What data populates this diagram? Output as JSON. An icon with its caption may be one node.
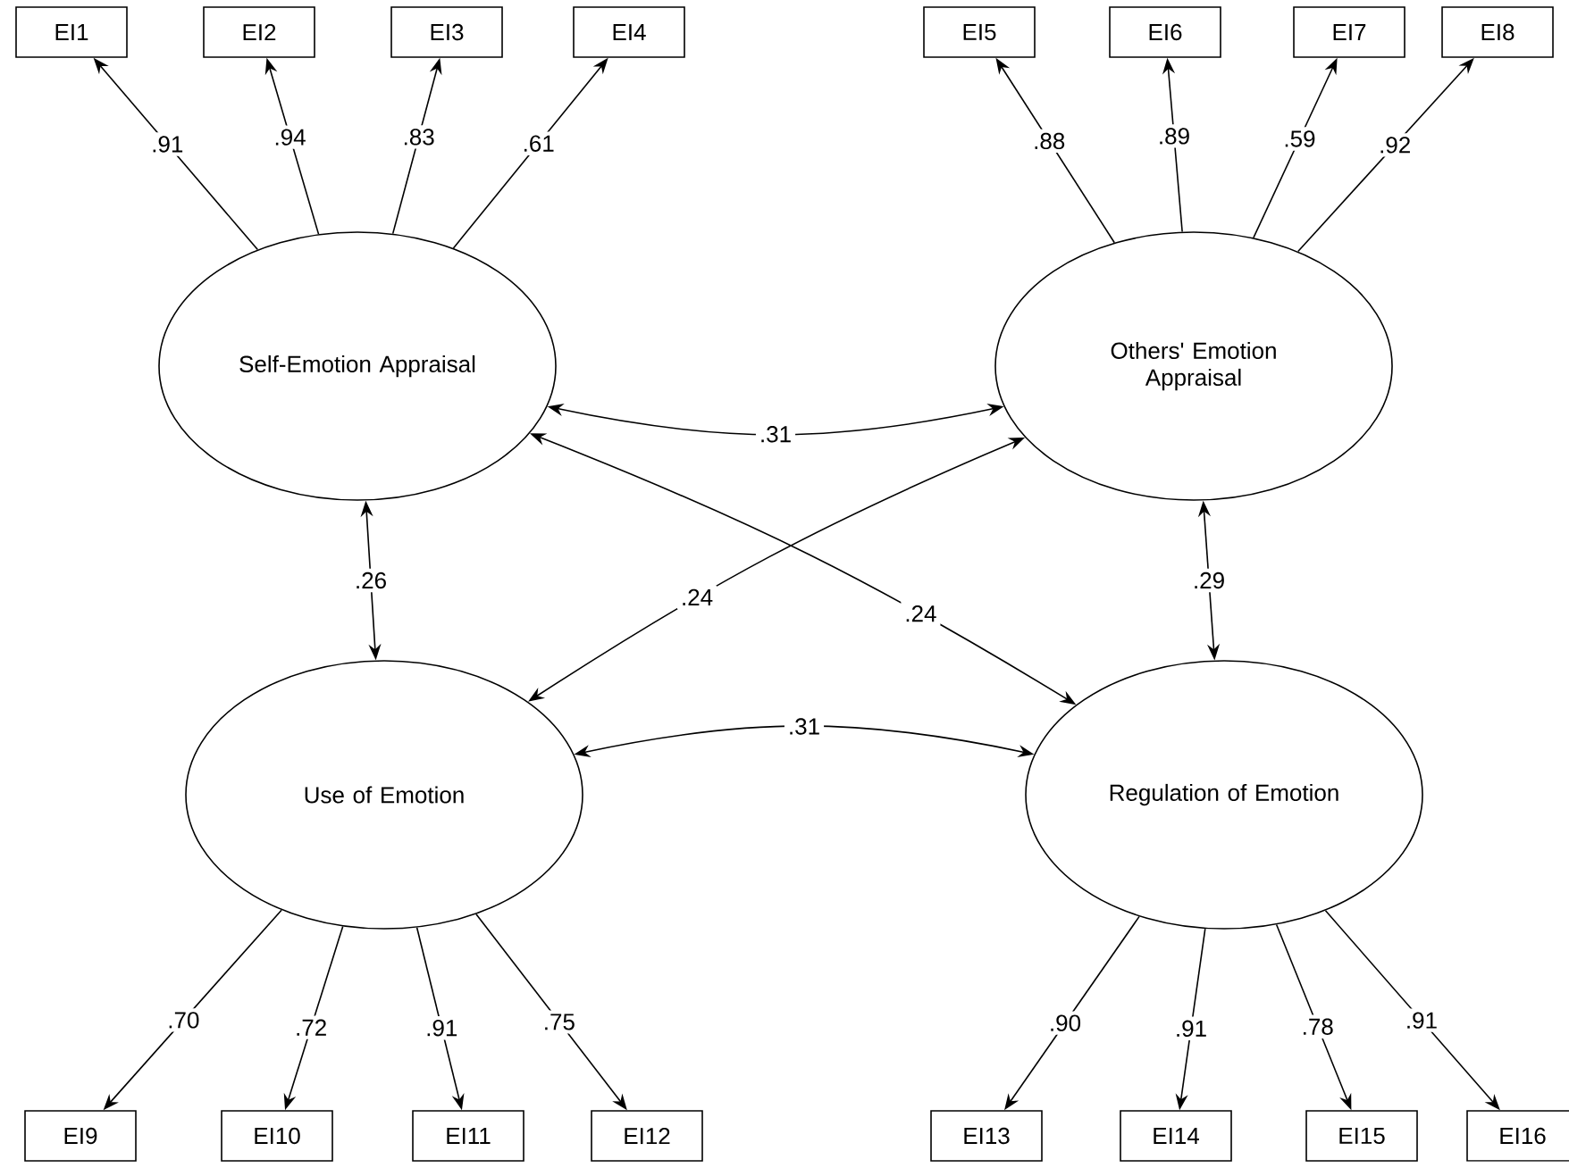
{
  "diagram": {
    "nodes": [
      {
        "text": [
          "EI1"
        ]
      },
      {
        "text": [
          "EI2"
        ]
      },
      {
        "text": [
          "EI3"
        ]
      },
      {
        "text": [
          "EI4"
        ]
      },
      {
        "text": [
          "EI5"
        ]
      },
      {
        "text": [
          "EI6"
        ]
      },
      {
        "text": [
          "EI7"
        ]
      },
      {
        "text": [
          "EI8"
        ]
      },
      {
        "text": [
          "Self-Emotion Appraisal"
        ]
      },
      {
        "text": [
          "Others' Emotion Appraisal"
        ]
      },
      {
        "text": [
          "Use of Emotion"
        ]
      },
      {
        "text": [
          "Regulation of Emotion"
        ]
      },
      {
        "text": [
          "EI9"
        ]
      },
      {
        "text": [
          "EI10"
        ]
      },
      {
        "text": [
          "EI11"
        ]
      },
      {
        "text": [
          "EI12"
        ]
      },
      {
        "text": [
          "EI13"
        ]
      },
      {
        "text": [
          "EI14"
        ]
      },
      {
        "text": [
          "EI15"
        ]
      },
      {
        "text": [
          "EI16"
        ]
      }
    ],
    "edges": [
      {
        "from": 8,
        "to": 0,
        "arrow": "to",
        "label": ".91"
      },
      {
        "from": 8,
        "to": 1,
        "arrow": "to",
        "label": ".94"
      },
      {
        "from": 8,
        "to": 2,
        "arrow": "to",
        "label": ".83"
      },
      {
        "from": 8,
        "to": 3,
        "arrow": "to",
        "label": ".61"
      },
      {
        "from": 9,
        "to": 4,
        "arrow": "to",
        "label": ".88"
      },
      {
        "from": 9,
        "to": 5,
        "arrow": "to",
        "label": ".89"
      },
      {
        "from": 9,
        "to": 6,
        "arrow": "to",
        "label": ".59"
      },
      {
        "from": 9,
        "to": 7,
        "arrow": "to",
        "label": ".92"
      },
      {
        "from": 8,
        "to": 9,
        "arrow": "both",
        "label": ".31"
      },
      {
        "from": 8,
        "to": 10,
        "arrow": "both",
        "label": ".26"
      },
      {
        "from": 9,
        "to": 10,
        "arrow": "both",
        "label": ".24"
      },
      {
        "from": 8,
        "to": 11,
        "arrow": "both",
        "label": ".24"
      },
      {
        "from": 9,
        "to": 11,
        "arrow": "both",
        "label": ".29"
      },
      {
        "from": 10,
        "to": 11,
        "arrow": "both",
        "label": ".31"
      },
      {
        "from": 10,
        "to": 12,
        "arrow": "to",
        "label": ".70"
      },
      {
        "from": 10,
        "to": 13,
        "arrow": "to",
        "label": ".72"
      },
      {
        "from": 10,
        "to": 14,
        "arrow": "to",
        "label": ".91"
      },
      {
        "from": 10,
        "to": 15,
        "arrow": "to",
        "label": ".75"
      },
      {
        "from": 11,
        "to": 16,
        "arrow": "to",
        "label": ".90"
      },
      {
        "from": 11,
        "to": 17,
        "arrow": "to",
        "label": ".91"
      },
      {
        "from": 11,
        "to": 18,
        "arrow": "to",
        "label": ".78"
      },
      {
        "from": 11,
        "to": 19,
        "arrow": "to",
        "label": ".91"
      }
    ]
  }
}
